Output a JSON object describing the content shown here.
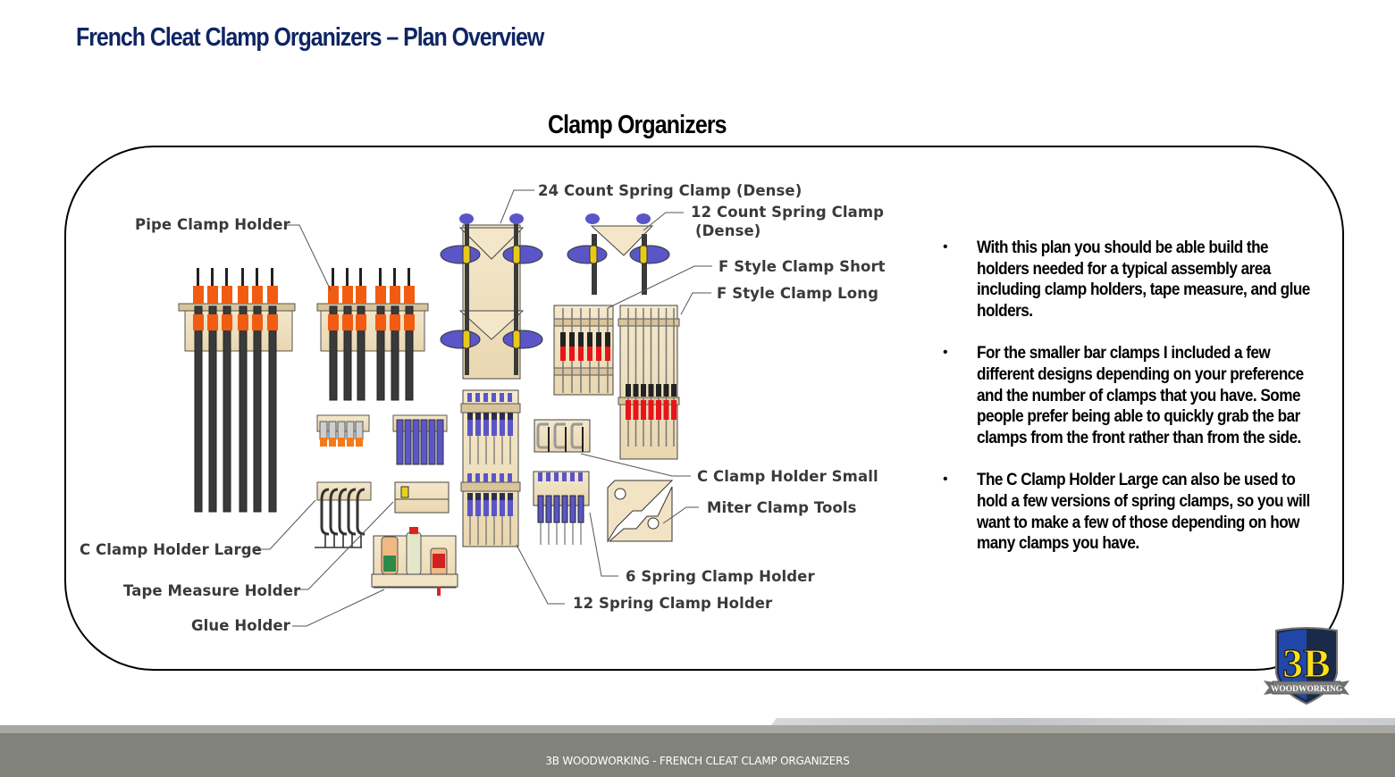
{
  "slide": {
    "title": "French Cleat Clamp Organizers – Plan Overview",
    "section_title": "Clamp Organizers"
  },
  "colors": {
    "title_blue": "#0f2563",
    "pipe_clamp_orange": "#f25c12",
    "spring_clamp_purple": "#5a56c8",
    "f_clamp_red": "#e8141a",
    "plywood": "#f1e3c4",
    "footer_gray": "#81827a"
  },
  "diagram": {
    "labels": {
      "pipe_clamp_holder": "Pipe Clamp Holder",
      "spring_24_dense": "24 Count Spring Clamp (Dense)",
      "spring_12_dense_line1": "12 Count Spring Clamp",
      "spring_12_dense_line2": "(Dense)",
      "f_style_short": "F Style Clamp Short",
      "f_style_long": "F Style Clamp Long",
      "c_clamp_small": "C Clamp Holder Small",
      "miter_clamp_tools": "Miter Clamp Tools",
      "six_spring_holder": "6 Spring Clamp Holder",
      "twelve_spring_holder": "12 Spring Clamp Holder",
      "c_clamp_large": "C Clamp Holder Large",
      "tape_measure_holder": "Tape Measure Holder",
      "glue_holder": "Glue Holder"
    }
  },
  "notes": {
    "bullets": [
      "With this plan you should be able build the holders needed for a typical assembly area including clamp holders,  tape measure, and glue holders.",
      "For the smaller bar clamps I included a few different designs depending on your preference and the number of clamps that you have.  Some people prefer being able to quickly grab the bar clamps from the front rather than from the side.",
      "The C Clamp Holder Large can also be used to hold a few versions of spring clamps, so you will want to make a few of those depending on how many clamps you have."
    ],
    "bullet_glyph": "•"
  },
  "logo": {
    "number": "3B",
    "banner": "WOODWORKING"
  },
  "footer": {
    "text": "3B WOODWORKING - FRENCH CLEAT CLAMP ORGANIZERS"
  }
}
